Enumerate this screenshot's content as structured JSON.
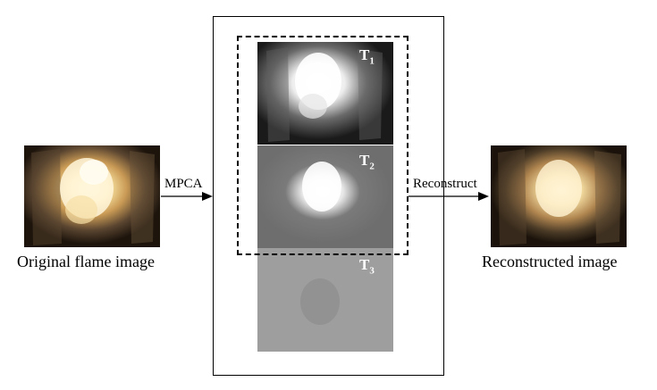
{
  "left_image": {
    "caption": "Original flame image"
  },
  "right_image": {
    "caption": "Reconstructed image"
  },
  "arrow_in": {
    "label": "MPCA"
  },
  "arrow_out": {
    "label": "Reconstruct"
  },
  "tensor_slices": [
    {
      "name": "T",
      "index": "1"
    },
    {
      "name": "T",
      "index": "2"
    },
    {
      "name": "T",
      "index": "3"
    }
  ]
}
